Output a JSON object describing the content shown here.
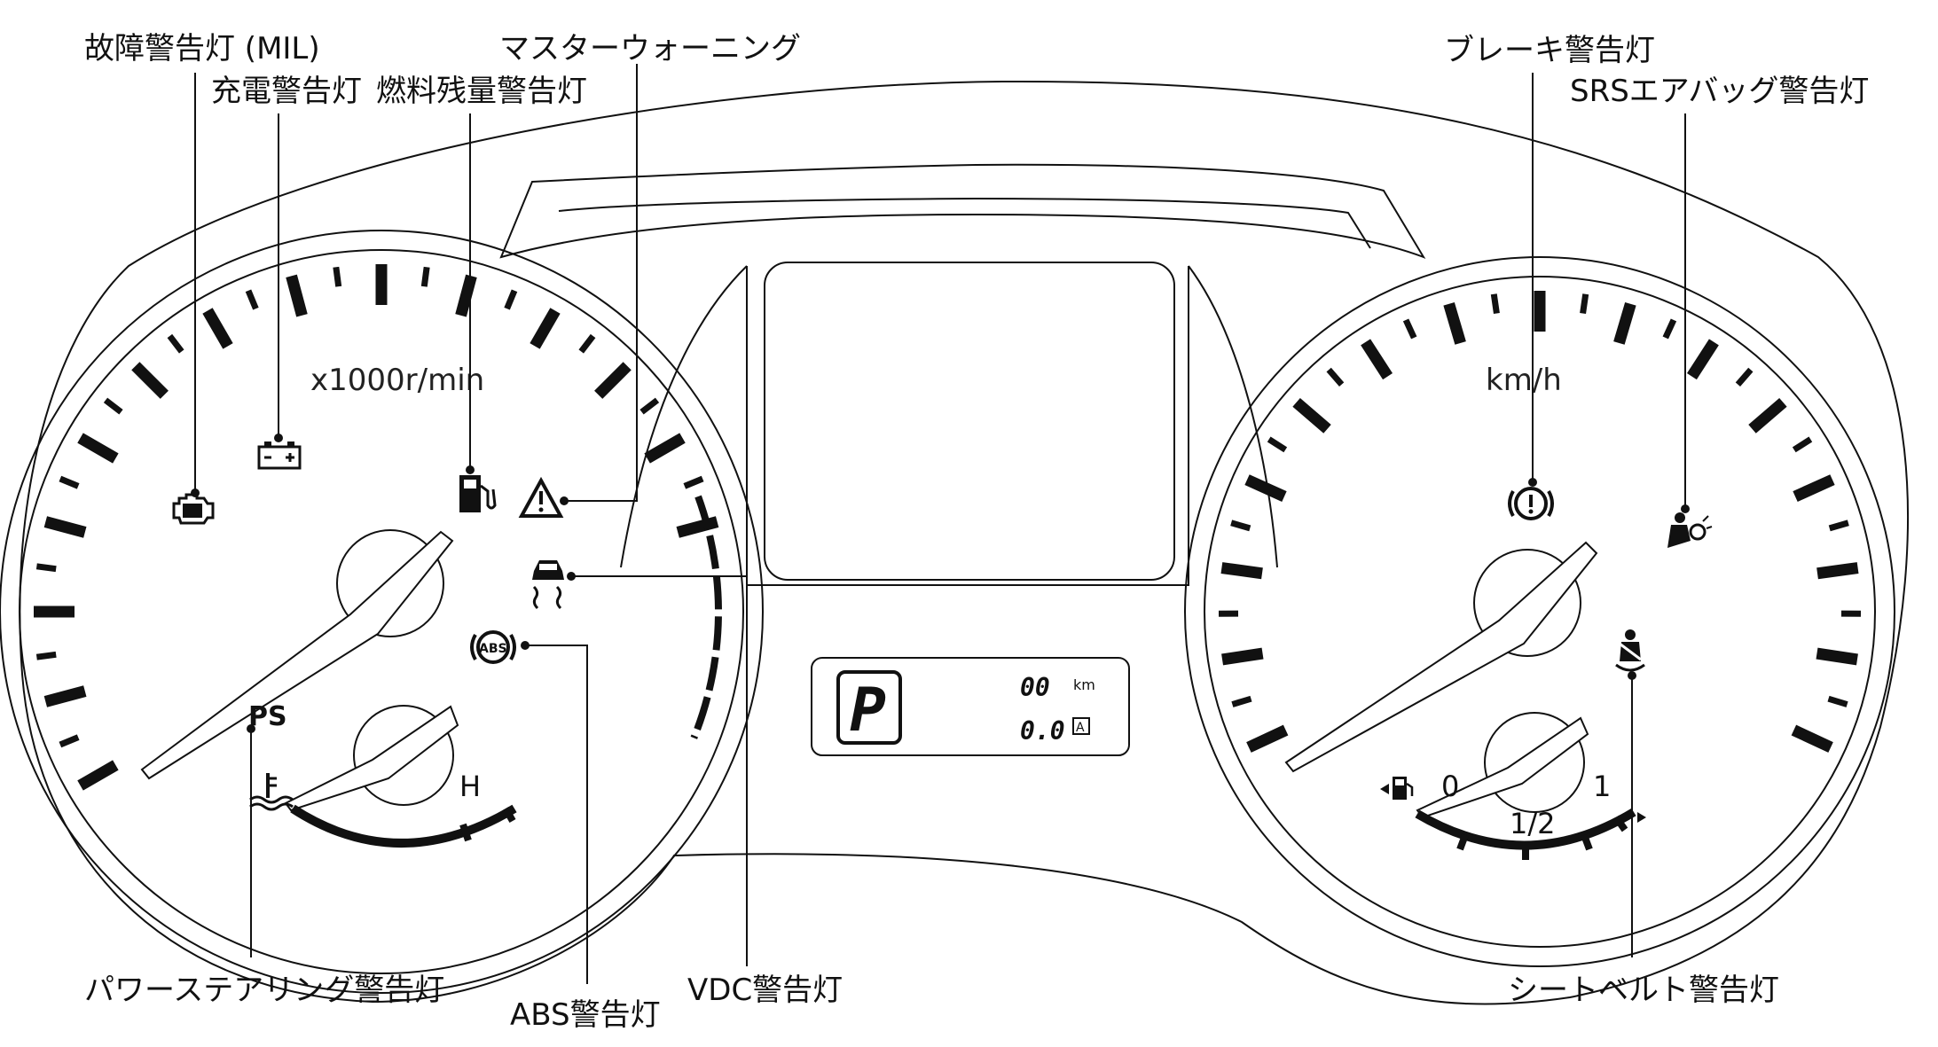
{
  "labels": {
    "mil": "故障警告灯 (MIL)",
    "charge": "充電警告灯",
    "fuel_low": "燃料残量警告灯",
    "master": "マスターウォーニング",
    "brake": "ブレーキ警告灯",
    "srs": "SRSエアバッグ警告灯",
    "power_steering": "パワーステアリング警告灯",
    "abs": "ABS警告灯",
    "vdc": "VDC警告灯",
    "seatbelt": "シートベルト警告灯"
  },
  "tachometer": {
    "unit": "x1000r/min",
    "temp_hot": "H",
    "ps_indicator": "PS"
  },
  "speedometer": {
    "unit": "km/h",
    "fuel_empty": "0",
    "fuel_half": "1/2",
    "fuel_full": "1"
  },
  "odometer": {
    "gear": "P",
    "trip_value": "0.0",
    "trip_mark": "A",
    "odo_value": "00",
    "odo_unit": "km",
    "abs_icon_text": "ABS"
  },
  "icons": [
    "engine-icon",
    "battery-icon",
    "fuel-pump-icon",
    "warning-triangle-icon",
    "skid-car-icon",
    "abs-icon",
    "brake-icon",
    "airbag-icon",
    "seatbelt-icon",
    "coolant-temp-icon"
  ],
  "colors": {
    "line": "#111111",
    "background": "#ffffff"
  }
}
